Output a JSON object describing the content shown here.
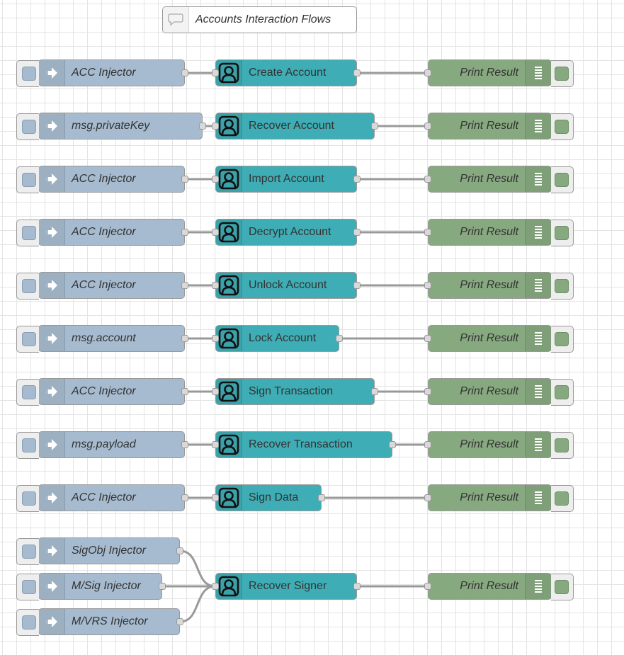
{
  "comment": {
    "label": "Accounts Interaction Flows",
    "icon": "speech-bubble-icon"
  },
  "flows": [
    {
      "inject": "ACC Injector",
      "account": "Create Account",
      "debug": "Print Result"
    },
    {
      "inject": "msg.privateKey",
      "account": "Recover Account",
      "debug": "Print Result"
    },
    {
      "inject": "ACC Injector",
      "account": "Import Account",
      "debug": "Print Result"
    },
    {
      "inject": "ACC Injector",
      "account": "Decrypt Account",
      "debug": "Print Result"
    },
    {
      "inject": "ACC Injector",
      "account": "Unlock Account",
      "debug": "Print Result"
    },
    {
      "inject": "msg.account",
      "account": "Lock Account",
      "debug": "Print Result"
    },
    {
      "inject": "ACC Injector",
      "account": "Sign Transaction",
      "debug": "Print Result"
    },
    {
      "inject": "msg.payload",
      "account": "Recover Transaction",
      "debug": "Print Result"
    },
    {
      "inject": "ACC Injector",
      "account": "Sign Data",
      "debug": "Print Result"
    }
  ],
  "signer_flow": {
    "injects": [
      "SigObj Injector",
      "M/Sig Injector",
      "M/VRS Injector"
    ],
    "account": "Recover Signer",
    "debug": "Print Result"
  },
  "icons": {
    "inject": "inject-arrow-icon",
    "account": "account-icon",
    "debug": "debug-list-icon"
  },
  "colors": {
    "inject": "#a6bbcf",
    "account": "#3fadb5",
    "debug": "#87a980",
    "wire": "#999999"
  }
}
